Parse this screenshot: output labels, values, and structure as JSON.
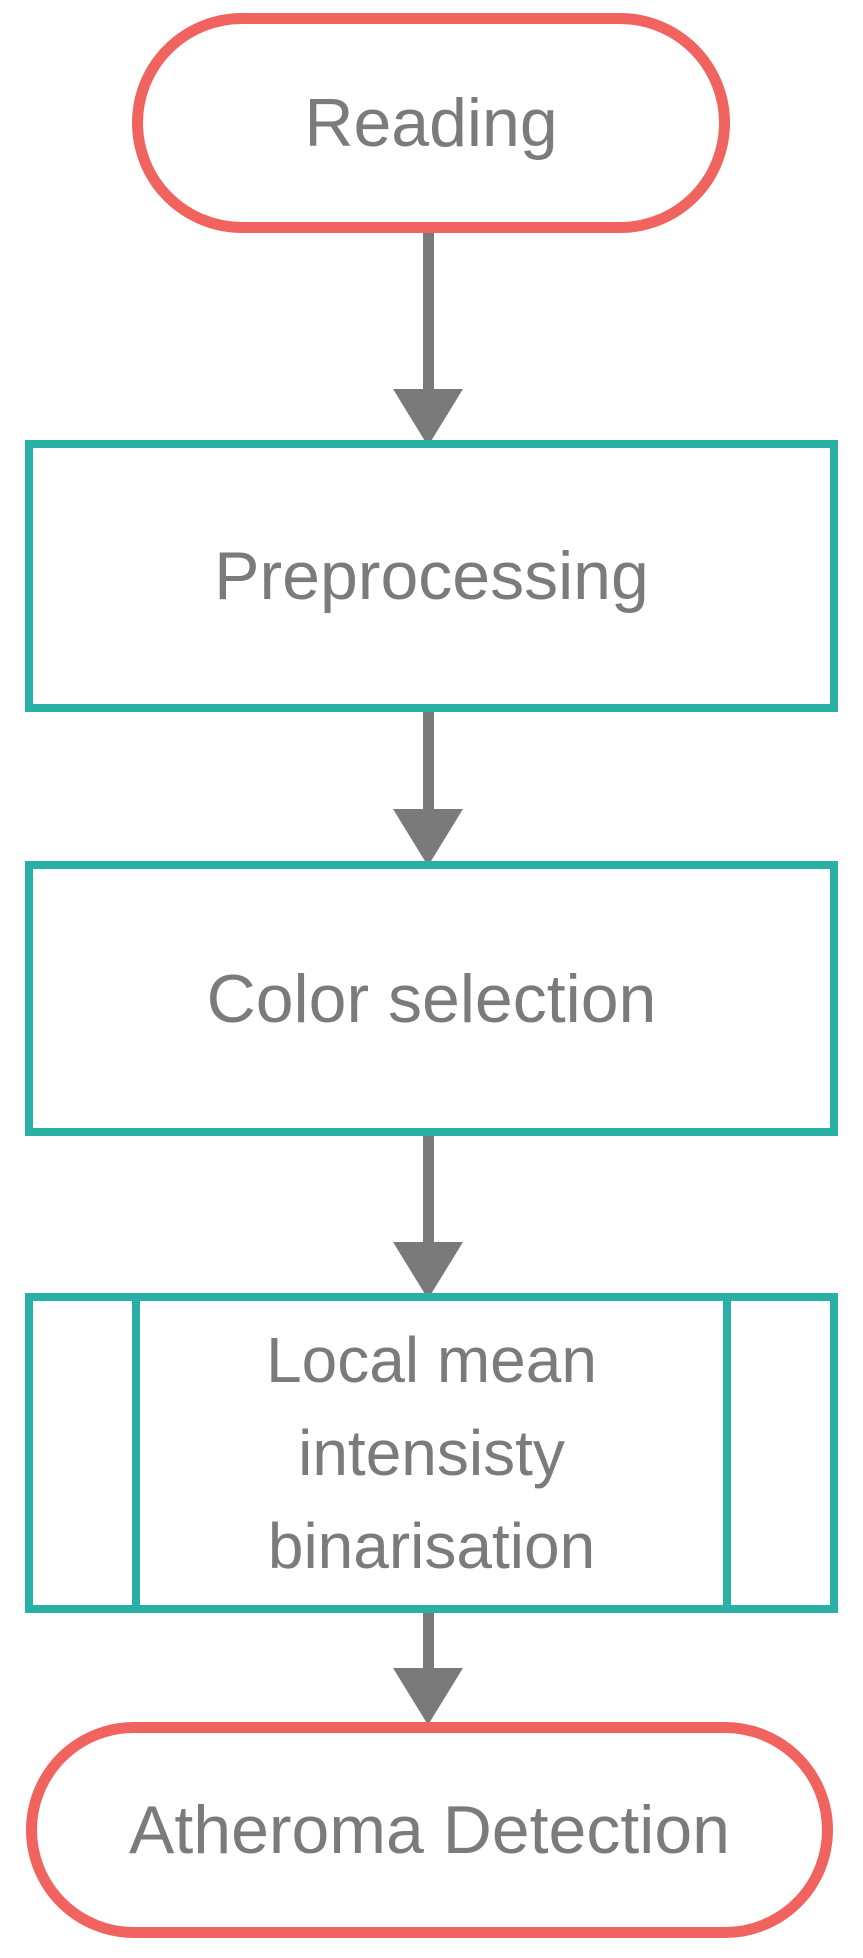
{
  "diagram": {
    "type": "flowchart",
    "direction": "top-down",
    "colors": {
      "terminator_border": "#f0635f",
      "process_border": "#2aafa5",
      "arrow": "#7a7a7a",
      "text": "#7b7b7b",
      "background": "#ffffff"
    },
    "nodes": [
      {
        "id": "reading",
        "shape": "terminator",
        "label": "Reading"
      },
      {
        "id": "preprocessing",
        "shape": "process",
        "label": "Preprocessing"
      },
      {
        "id": "color-selection",
        "shape": "process",
        "label": "Color selection"
      },
      {
        "id": "local-mean-intensisty-binarisation",
        "shape": "predefined-process",
        "label": "Local mean intensisty binarisation",
        "label_lines": [
          "Local mean",
          "intensisty",
          "binarisation"
        ]
      },
      {
        "id": "atheroma-detection",
        "shape": "terminator",
        "label": "Atheroma Detection"
      }
    ],
    "edges": [
      {
        "from": "reading",
        "to": "preprocessing",
        "direction": "down"
      },
      {
        "from": "preprocessing",
        "to": "color-selection",
        "direction": "down"
      },
      {
        "from": "color-selection",
        "to": "local-mean-intensisty-binarisation",
        "direction": "down"
      },
      {
        "from": "local-mean-intensisty-binarisation",
        "to": "atheroma-detection",
        "direction": "down"
      }
    ]
  }
}
